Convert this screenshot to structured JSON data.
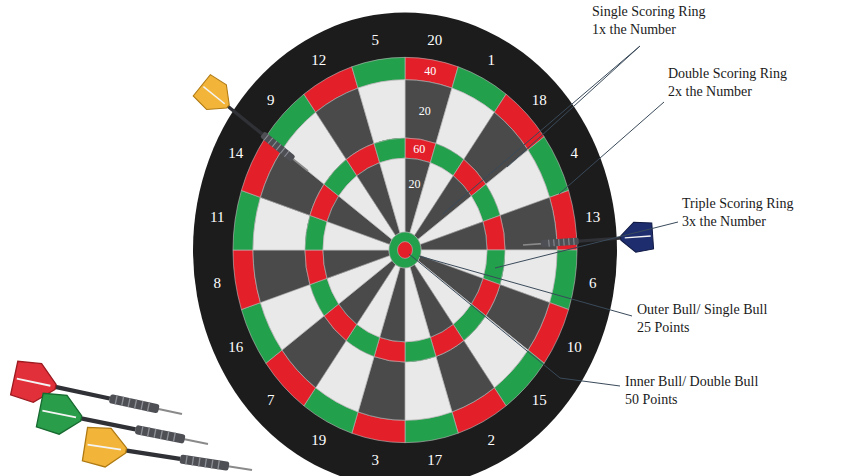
{
  "diagram": {
    "labels": [
      "20",
      "1",
      "18",
      "4",
      "13",
      "6",
      "10",
      "15",
      "2",
      "17",
      "3",
      "19",
      "7",
      "16",
      "8",
      "11",
      "14",
      "9",
      "12",
      "5",
      "40",
      "20",
      "60",
      "20",
      "Single Scoring Ring",
      "1x the Number",
      "Double Scoring Ring",
      "2x the Number",
      "Triple Scoring Ring",
      "3x the Number",
      "Outer Bull/ Single Bull",
      "25 Points",
      "Inner Bull/ Double Bull",
      "50 Points"
    ]
  }
}
